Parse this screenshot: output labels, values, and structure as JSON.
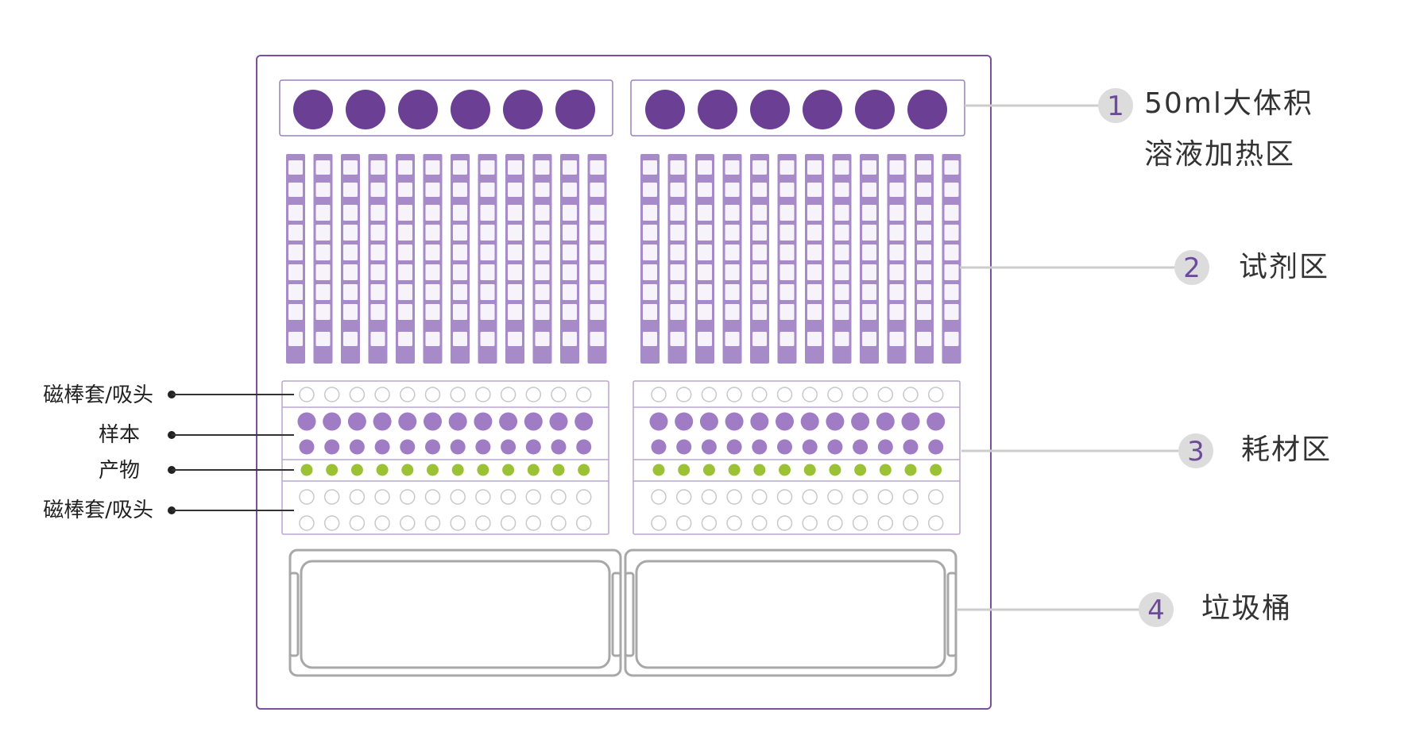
{
  "callouts": [
    {
      "number": "1",
      "lines": [
        "50ml大体积",
        "溶液加热区"
      ]
    },
    {
      "number": "2",
      "lines": [
        "试剂区"
      ]
    },
    {
      "number": "3",
      "lines": [
        "耗材区"
      ]
    },
    {
      "number": "4",
      "lines": [
        "垃圾桶"
      ]
    }
  ],
  "row_labels": [
    "磁棒套/吸头",
    "样本",
    "产物",
    "磁棒套/吸头"
  ],
  "colors": {
    "frame": "#7a4f9e",
    "heater_circle": "#6b3f94",
    "strip": "#a78bc8",
    "strip_well": "#f7f3fb",
    "sample": "#a07cc5",
    "product": "#9ac234",
    "empty_well": "#c8c8c8",
    "bin": "#a8a8a8",
    "leader": "#cccccc",
    "callout_circle": "#dcdcdc"
  }
}
